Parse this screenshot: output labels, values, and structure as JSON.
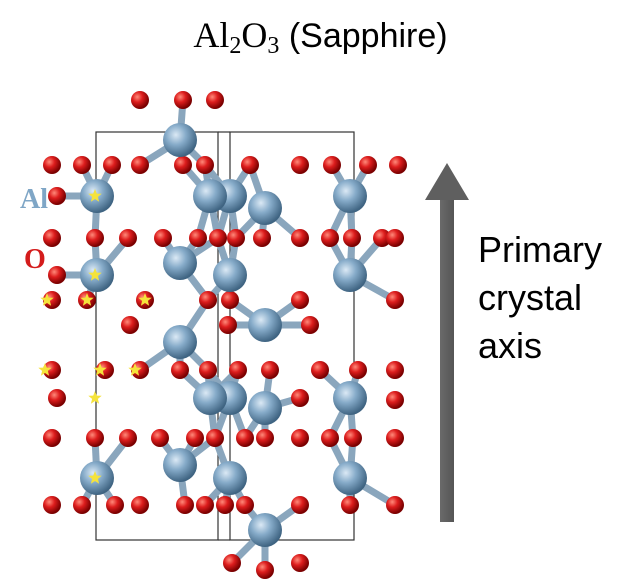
{
  "title": {
    "element": "Al",
    "sub1": "2",
    "element2": "O",
    "sub2": "3",
    "name": "(Sapphire)"
  },
  "legend": {
    "al_label": "Al",
    "o_label": "O"
  },
  "axis_label": {
    "line1": "Primary",
    "line2": "crystal",
    "line3": "axis"
  },
  "colors": {
    "aluminum": "#7fa6c6",
    "oxygen": "#d41c1c",
    "bond": "#8aa6bd",
    "arrow": "#5f5f5f",
    "star": "#f5e33b",
    "cell_line": "#333333"
  }
}
